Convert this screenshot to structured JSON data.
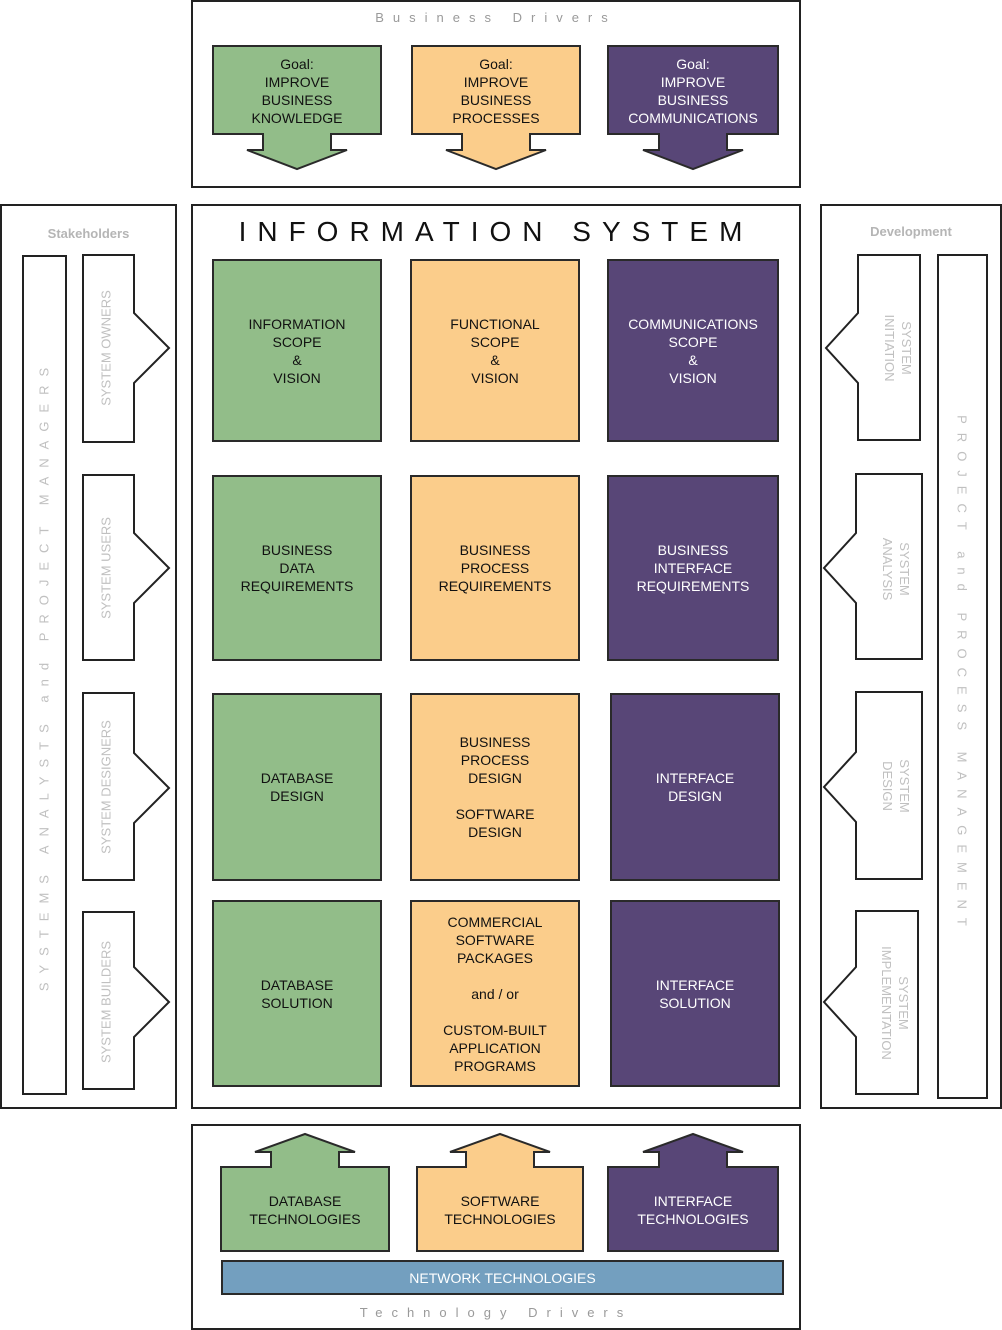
{
  "business_drivers": {
    "title": "Business Drivers",
    "goals": [
      {
        "text": "Goal:\nIMPROVE\nBUSINESS\nKNOWLEDGE",
        "color": "#92bd89"
      },
      {
        "text": "Goal:\nIMPROVE\nBUSINESS\nPROCESSES",
        "color": "#fbcd8b"
      },
      {
        "text": "Goal:\nIMPROVE\nBUSINESS\nCOMMUNICATIONS",
        "color": "#584677"
      }
    ]
  },
  "information_system": {
    "title": "INFORMATION SYSTEM",
    "rows": [
      [
        "INFORMATION\nSCOPE\n&\nVISION",
        "FUNCTIONAL\nSCOPE\n&\nVISION",
        "COMMUNICATIONS\nSCOPE\n&\nVISION"
      ],
      [
        "BUSINESS\nDATA\nREQUIREMENTS",
        "BUSINESS\nPROCESS\nREQUIREMENTS",
        "BUSINESS\nINTERFACE\nREQUIREMENTS"
      ],
      [
        "DATABASE\nDESIGN",
        "BUSINESS\nPROCESS\nDESIGN\n\nSOFTWARE\nDESIGN",
        "INTERFACE\nDESIGN"
      ],
      [
        "DATABASE\nSOLUTION",
        "COMMERCIAL\nSOFTWARE\nPACKAGES\n\nand / or\n\nCUSTOM-BUILT\nAPPLICATION\nPROGRAMS",
        "INTERFACE\nSOLUTION"
      ]
    ]
  },
  "stakeholders": {
    "title": "Stakeholders",
    "bar_label": "SYSTEMS ANALYSTS and PROJECT MANAGERS",
    "items": [
      "SYSTEM OWNERS",
      "SYSTEM USERS",
      "SYSTEM DESIGNERS",
      "SYSTEM BUILDERS"
    ]
  },
  "development": {
    "title": "Development",
    "bar_label": "PROJECT and PROCESS MANAGEMENT",
    "items": [
      "SYSTEM\nINITIATION",
      "SYSTEM\nANALYSIS",
      "SYSTEM\nDESIGN",
      "SYSTEM\nIMPLEMENTATION"
    ]
  },
  "technology_drivers": {
    "title": "Technology Drivers",
    "technologies": [
      "DATABASE\nTECHNOLOGIES",
      "SOFTWARE\nTECHNOLOGIES",
      "INTERFACE\nTECHNOLOGIES"
    ],
    "network": "NETWORK TECHNOLOGIES"
  },
  "colors": {
    "green": "#92bd89",
    "orange": "#fbcd8b",
    "purple": "#584677",
    "blue": "#739fbf"
  }
}
